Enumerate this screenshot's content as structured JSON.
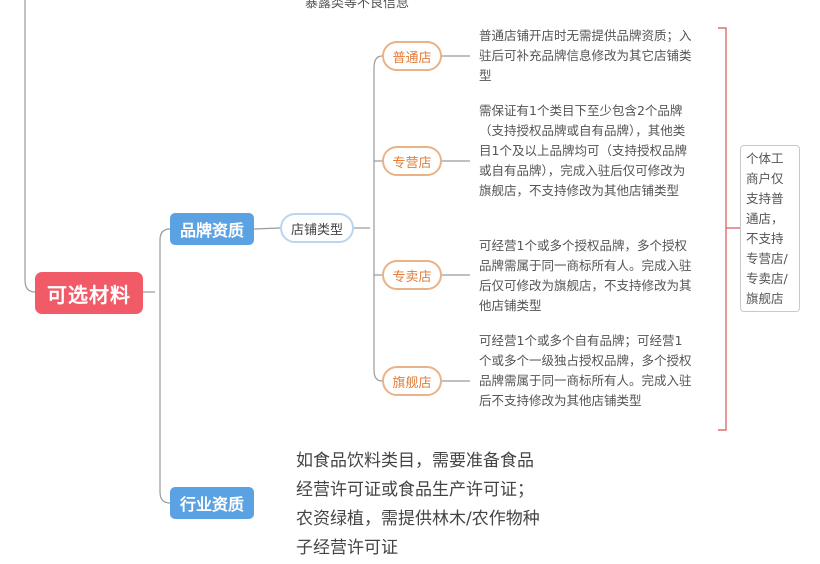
{
  "top_cut_text": "暴露类等不良信息",
  "root": {
    "label": "可选材料"
  },
  "brand": {
    "label": "品牌资质",
    "store_type": {
      "label": "店铺类型"
    },
    "types": [
      {
        "label": "普通店",
        "desc": "普通店铺开店时无需提供品牌资质；入驻后可补充品牌信息修改为其它店铺类型"
      },
      {
        "label": "专营店",
        "desc": "需保证有1个类目下至少包含2个品牌（支持授权品牌或自有品牌），其他类目1个及以上品牌均可（支持授权品牌或自有品牌），完成入驻后仅可修改为旗舰店，不支持修改为其他店铺类型"
      },
      {
        "label": "专卖店",
        "desc": "可经营1个或多个授权品牌，多个授权品牌需属于同一商标所有人。完成入驻后仅可修改为旗舰店，不支持修改为其他店铺类型"
      },
      {
        "label": "旗舰店",
        "desc": "可经营1个或多个自有品牌；可经营1个或多个一级独占授权品牌，多个授权品牌需属于同一商标所有人。完成入驻后不支持修改为其他店铺类型"
      }
    ],
    "note": "个体工商户仅支持普通店，不支持专营店/专卖店/旗舰店"
  },
  "industry": {
    "label": "行业资质",
    "desc": "如食品饮料类目，需要准备食品经营许可证或食品生产许可证；农资绿植，需提供林木/农作物种子经营许可证"
  },
  "colors": {
    "root": "#f15b68",
    "level1": "#5ba2e3",
    "store_type_border": "#bcd5ef",
    "shop_border": "#eab287",
    "shop_text": "#e07e3a",
    "bracket": "#d9534f",
    "connector": "#9a9a9a"
  }
}
